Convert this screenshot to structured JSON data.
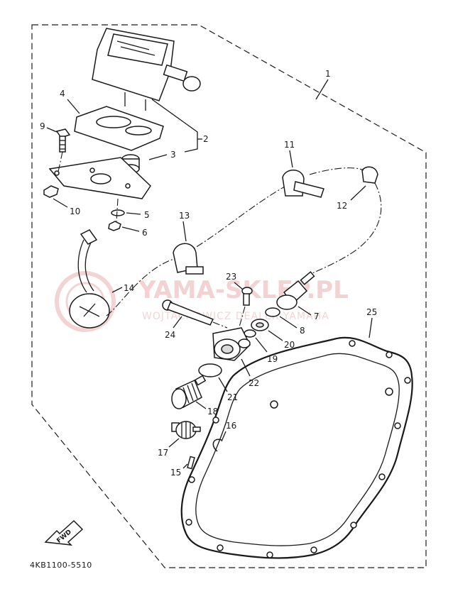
{
  "callouts": {
    "c1": "1",
    "c2": "2",
    "c3": "3",
    "c4": "4",
    "c5": "5",
    "c6": "6",
    "c7": "7",
    "c8": "8",
    "c9": "9",
    "c10": "10",
    "c11": "11",
    "c12": "12",
    "c13": "13",
    "c14": "14",
    "c15": "15",
    "c16": "16",
    "c17": "17",
    "c18": "18",
    "c19": "19",
    "c20": "20",
    "c21": "21",
    "c22": "22",
    "c23": "23",
    "c24": "24",
    "c25": "25"
  },
  "fwd_label": "FWD",
  "diagram_code": "4KB1100-5510",
  "watermark": {
    "brand": "YAMA-SKLEP.PL",
    "subtitle": "WOJTACHOWICZ DEALER YAMAHA"
  },
  "colors": {
    "line": "#1a1a1a",
    "watermark": "#f2d2d2"
  }
}
